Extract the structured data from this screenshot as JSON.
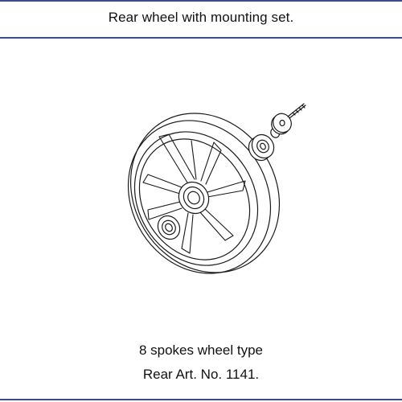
{
  "header": {
    "title": "Rear wheel with mounting set."
  },
  "illustration": {
    "icon": "rear-wheel-exploded-icon"
  },
  "caption": {
    "line1": "8 spokes wheel type",
    "line2": "Rear Art. No. 1141."
  },
  "colors": {
    "rule": "#3d4a8c",
    "line_art": "#1a1a1a"
  }
}
